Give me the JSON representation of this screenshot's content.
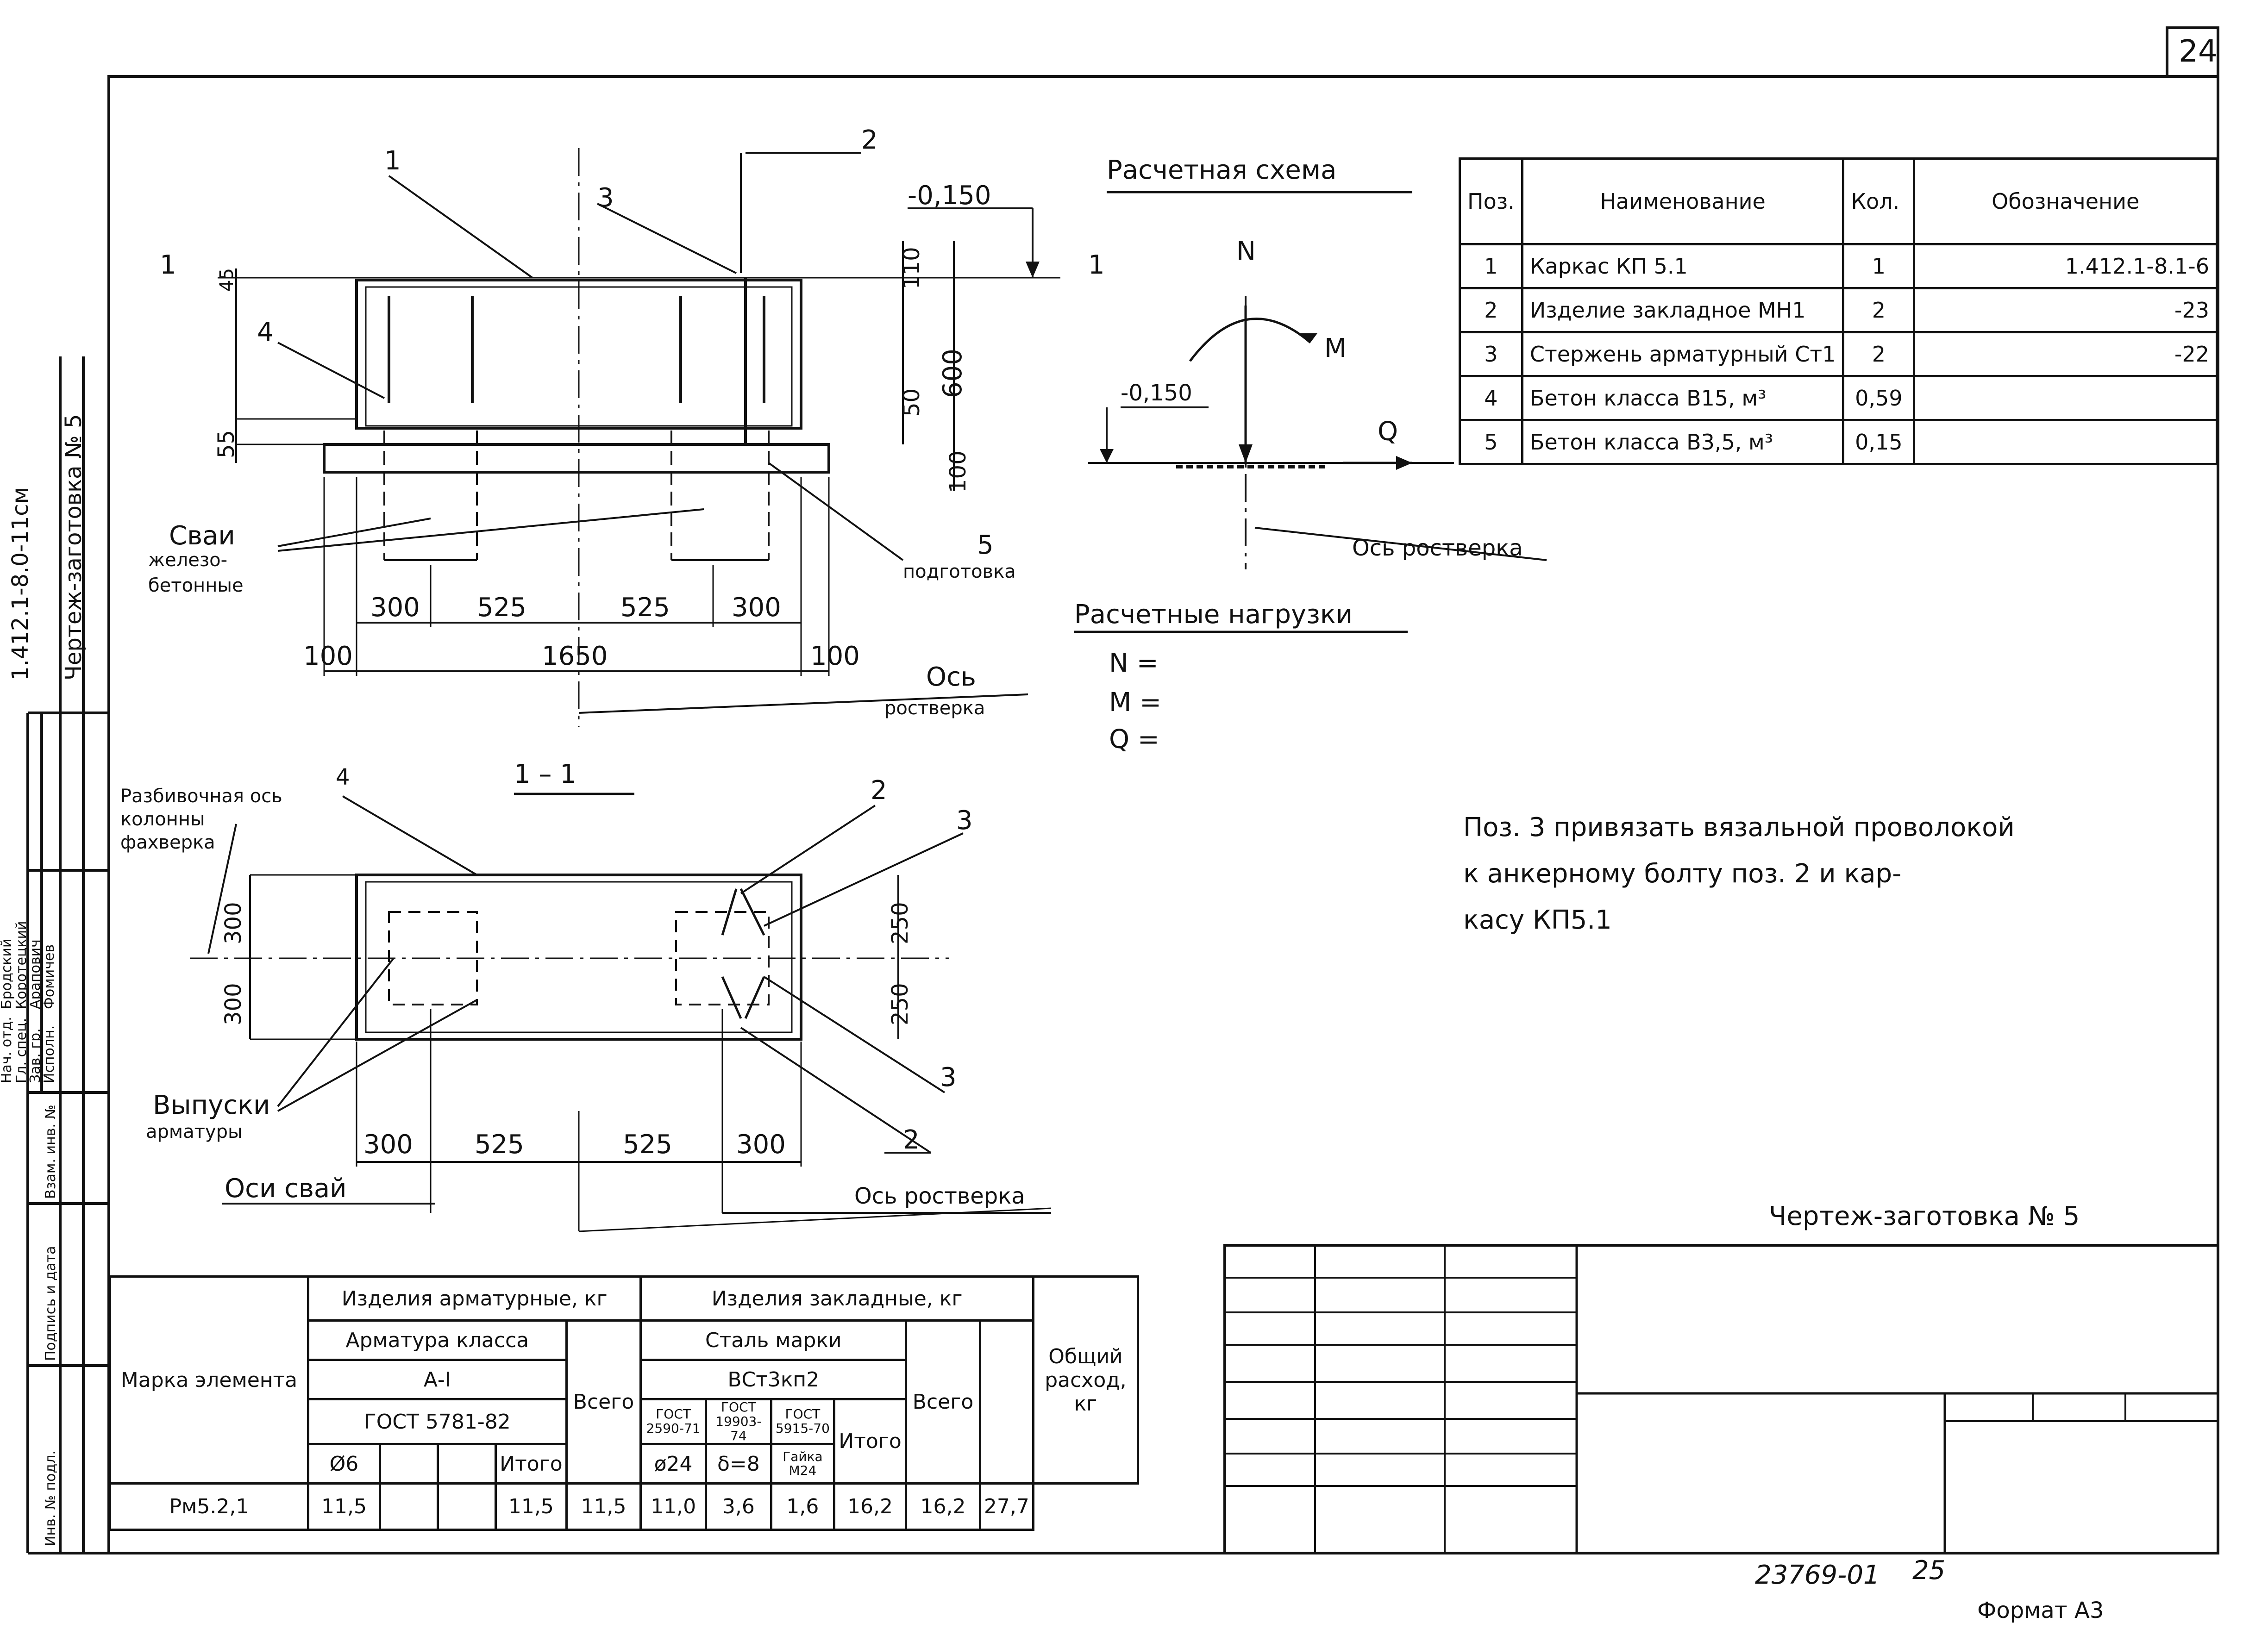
{
  "sheet": {
    "page_number": "24",
    "doc_code": "1.412.1-8.0-11см",
    "title_vertical": "Чертеж-заготовка № 5",
    "title_bottom": "Чертеж-заготовка № 5",
    "inventory_number": "23769-01",
    "sheet_number": "25",
    "format": "Формат А3"
  },
  "left_margin": {
    "roles": [
      "Нач. отд.",
      "Гл. спец.",
      "Зав. гр.",
      "Исполн."
    ],
    "names": [
      "Бродский",
      "Коротецкий",
      "Арапович",
      "Фомичев"
    ],
    "fields": [
      "Взам. инв. №",
      "Подпись и дата",
      "Инв. № подл."
    ]
  },
  "front_view": {
    "labels": {
      "pos1": "1",
      "pos2": "2",
      "pos3": "3",
      "pos4": "4",
      "pos5": "5",
      "section_left": "1",
      "section_right": "1",
      "level": "-0,150",
      "dim_45": "45",
      "dim_110": "110",
      "dim_600": "600",
      "dim_50": "50",
      "dim_55": "55",
      "dim_100v": "100",
      "dim_a": "300",
      "dim_b": "525",
      "dim_c": "525",
      "dim_d": "300",
      "dim_left": "100",
      "dim_total": "1650",
      "dim_right": "100",
      "piles_1": "Сваи",
      "piles_2": "железо-",
      "piles_3": "бетонные",
      "prep": "подготовка",
      "axis_1": "Ось",
      "axis_2": "ростверка"
    }
  },
  "section_view": {
    "labels": {
      "title": "1 – 1",
      "pos4": "4",
      "pos2a": "2",
      "pos3a": "3",
      "pos3b": "3",
      "pos2b": "2",
      "split_1": "Разбивочная ось",
      "split_2": "колонны",
      "split_3": "фахверка",
      "dim_300a": "300",
      "dim_300b": "300",
      "dim_250a": "250",
      "dim_250b": "250",
      "rebar_1": "Выпуски",
      "rebar_2": "арматуры",
      "dim_a": "300",
      "dim_b": "525",
      "dim_c": "525",
      "dim_d": "300",
      "pile_axes": "Оси свай",
      "cap_axis": "Ось ростверка"
    }
  },
  "calc_scheme": {
    "title": "Расчетная схема",
    "n": "N",
    "m": "M",
    "q": "Q",
    "level": "-0,150",
    "axis": "Ось ростверка"
  },
  "loads": {
    "title": "Расчетные нагрузки",
    "rows": [
      "N =",
      "M =",
      "Q ="
    ]
  },
  "spec_table": {
    "headers": [
      "Поз.",
      "Наименование",
      "Кол.",
      "Обозначение"
    ],
    "rows": [
      [
        "1",
        "Каркас КП 5.1",
        "1",
        "1.412.1-8.1-6"
      ],
      [
        "2",
        "Изделие закладное МН1",
        "2",
        "-23"
      ],
      [
        "3",
        "Стержень арматурный Ст1",
        "2",
        "-22"
      ],
      [
        "4",
        "Бетон класса В15, м³",
        "0,59",
        ""
      ],
      [
        "5",
        "Бетон класса В3,5, м³",
        "0,15",
        ""
      ]
    ]
  },
  "note": {
    "line1": "Поз. 3 привязать вязальной проволокой",
    "line2": "к анкерному болту поз. 2 и кар-",
    "line3": "касу КП5.1"
  },
  "mass_table": {
    "mark_header": "Марка элемента",
    "rebar_header": "Изделия арматурные, кг",
    "rebar_class": "Арматура класса",
    "rebar_grade": "А-I",
    "rebar_gost": "ГОСТ 5781-82",
    "rebar_d": "Ø6",
    "rebar_total": "Итого",
    "all_1": "Всего",
    "emb_header": "Изделия закладные, кг",
    "steel_grade_label": "Сталь марки",
    "steel_grade": "ВСт3кп2",
    "gost1": "ГОСТ 2590-71",
    "gost2": "ГОСТ 19903-74",
    "gost3": "ГОСТ 5915-70",
    "emb_total": "Итого",
    "all_2": "Всего",
    "c1": "ø24",
    "c2": "δ=8",
    "c3": "Гайка М24",
    "overall": "Общий расход, кг",
    "row": [
      "Рм5.2,1",
      "11,5",
      "",
      "",
      "11,5",
      "11,5",
      "11,0",
      "3,6",
      "1,6",
      "16,2",
      "16,2",
      "27,7"
    ]
  }
}
